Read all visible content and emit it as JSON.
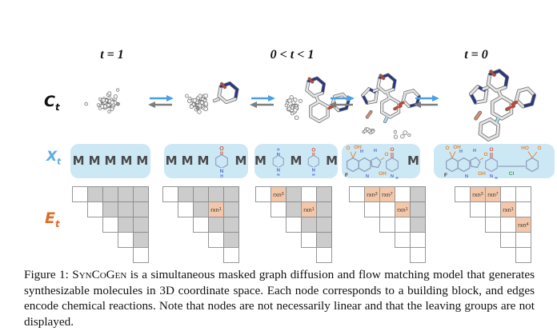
{
  "figure": {
    "time_labels": [
      "t = 1",
      "0 < t < 1",
      "t = 0"
    ],
    "rows": {
      "coordinates": {
        "base": "C",
        "sub": "t"
      },
      "nodes": {
        "base": "X",
        "sub": "t"
      },
      "edges": {
        "base": "E",
        "sub": "t"
      }
    },
    "colors": {
      "node_box_bg": "#cde8f5",
      "nodes_label": "#5facdd",
      "edges_label": "#e06b28",
      "masked_cell": "#cccccc",
      "rxn_cell_bg": "#f3c7a9",
      "cell_border": "#979797",
      "m_token": "#4a4a4a",
      "arrow_forward": "#4aa0e4",
      "arrow_reverse": "#7d7d7d"
    },
    "x_row": {
      "mask_token": "M",
      "boxes": [
        {
          "tokens": [
            "M",
            "M",
            "M",
            "M",
            "M"
          ]
        },
        {
          "tokens": [
            "M",
            "M",
            "M",
            "ring1",
            "M"
          ]
        },
        {
          "tokens": [
            "M",
            "ring2",
            "M",
            "ring1",
            "M"
          ]
        },
        {
          "tokens": [
            "mol4",
            "M"
          ]
        },
        {
          "tokens": [
            "mol5"
          ]
        }
      ]
    },
    "glyphs": {
      "ring1": {
        "name": "piperidinone-ring",
        "top_atom": "O",
        "bottom_atom": "NH"
      },
      "ring2": {
        "name": "piperazine-ring",
        "top_atom": "HN",
        "bottom_atom": "NH"
      },
      "mol4": {
        "name": "partial-molecule",
        "atom_labels": [
          "O",
          "OH",
          "F",
          "H",
          "N",
          "H",
          "O",
          "OH",
          "O",
          "N",
          "H"
        ]
      },
      "mol5": {
        "name": "full-molecule",
        "atom_labels": [
          "O",
          "OH",
          "F",
          "H",
          "N",
          "H",
          "O",
          "OH",
          "O",
          "N",
          "H",
          "HO",
          "O",
          "Cl"
        ]
      }
    },
    "e_row": {
      "rxn_base": "rxn",
      "matrices": [
        {
          "rows": [
            [
              "diag",
              "mask",
              "mask",
              "mask",
              "mask"
            ],
            [
              "diag",
              "mask",
              "mask",
              "mask"
            ],
            [
              "diag",
              "mask",
              "mask"
            ],
            [
              "diag",
              "mask"
            ],
            [
              "diag"
            ]
          ]
        },
        {
          "rows": [
            [
              "diag",
              "mask",
              "mask",
              "mask",
              "mask"
            ],
            [
              "diag",
              "mask",
              "rxn:1",
              "mask"
            ],
            [
              "diag",
              "mask",
              "mask"
            ],
            [
              "diag",
              "mask"
            ],
            [
              "diag"
            ]
          ]
        },
        {
          "rows": [
            [
              "diag",
              "rxn:3",
              "mask",
              "open",
              "mask"
            ],
            [
              "diag",
              "mask",
              "rxn:1",
              "mask"
            ],
            [
              "diag",
              "mask",
              "mask"
            ],
            [
              "diag",
              "mask"
            ],
            [
              "diag"
            ]
          ]
        },
        {
          "rows": [
            [
              "diag",
              "rxn:3",
              "rxn:7",
              "open",
              "mask"
            ],
            [
              "diag",
              "open",
              "rxn:1",
              "mask"
            ],
            [
              "diag",
              "open",
              "mask"
            ],
            [
              "diag",
              "open"
            ],
            [
              "diag"
            ]
          ]
        },
        {
          "rows": [
            [
              "diag",
              "rxn:3",
              "rxn:7",
              "open",
              "open"
            ],
            [
              "diag",
              "open",
              "rxn:1",
              "open"
            ],
            [
              "diag",
              "open",
              "rxn:4"
            ],
            [
              "diag",
              "open"
            ],
            [
              "diag"
            ]
          ]
        }
      ]
    },
    "caption": {
      "prefix": "Figure 1: ",
      "model_name": "SynCoGen",
      "body": " is a simultaneous masked graph diffusion and flow matching model that generates synthesizable molecules in 3D coordinate space. Each node corresponds to a building block, and edges encode chemical reactions. Note that nodes are not necessarily linear and that the leaving groups are not displayed."
    }
  }
}
